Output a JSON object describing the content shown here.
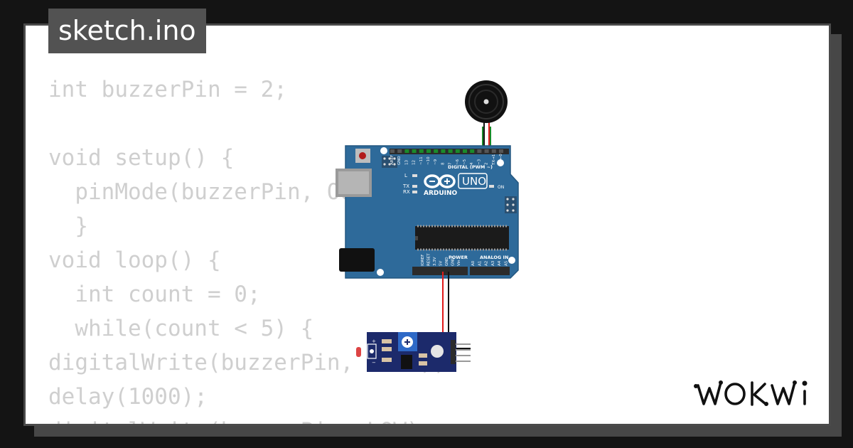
{
  "title": "sketch.ino",
  "code_lines": [
    "int buzzerPin = 2;",
    "",
    "void setup() {",
    "  pinMode(buzzerPin, OUTPUT);",
    "  }",
    "void loop() {",
    "  int count = 0;",
    "  while(count < 5) {",
    "digitalWrite(buzzerPin, HIGH);",
    "delay(1000);",
    "digitalWrite(buzzerPin, LOW);"
  ],
  "board": {
    "brand": "ARDUINO",
    "model": "UNO",
    "header_label": "DIGITAL (PWM ~)",
    "digital_pins": [
      "AREF",
      "GND",
      "13",
      "12",
      "~11",
      "~10",
      "~9",
      "8",
      "7",
      "~6",
      "~5",
      "4",
      "~3",
      "2",
      "TX→1",
      "RX←0"
    ],
    "power_label": "POWER",
    "power_pins": [
      "IOREF",
      "RESET",
      "3.3V",
      "5V",
      "GND",
      "GND",
      "Vin"
    ],
    "analog_label": "ANALOG IN",
    "analog_pins": [
      "A0",
      "A1",
      "A2",
      "A3",
      "A4",
      "A5"
    ],
    "led_l": "L",
    "led_tx": "TX",
    "led_rx": "RX",
    "led_on": "ON"
  },
  "brand_logo": "WOKWi",
  "colors": {
    "background": "#141414",
    "board": "#2e6a9a",
    "wire_red": "#e01b1b",
    "wire_black": "#111111",
    "wire_green": "#1a8a2a",
    "code_text": "#cfcfcf"
  }
}
